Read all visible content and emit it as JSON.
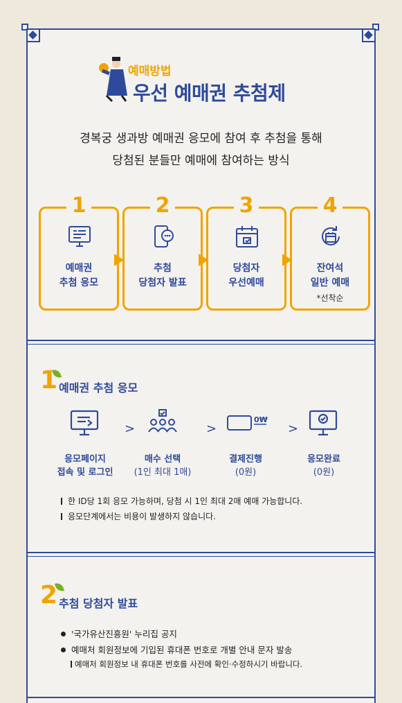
{
  "hero": {
    "subtitle": "예매방법",
    "title": "우선 예매권 추첨제",
    "desc_line1": "경복궁 생과방 예매권 응모에 참여 후 추첨을 통해",
    "desc_line2": "당첨된 분들만 예매에 참여하는 방식"
  },
  "steps": [
    {
      "num": "1",
      "label1": "예매권",
      "label2": "추첨 응모",
      "icon": "monitor-icon"
    },
    {
      "num": "2",
      "label1": "추첨",
      "label2": "당첨자 발표",
      "icon": "phone-chat-icon"
    },
    {
      "num": "3",
      "label1": "당첨자",
      "label2": "우선예매",
      "icon": "calendar-check-icon"
    },
    {
      "num": "4",
      "label1": "잔여석",
      "label2": "일반 예매",
      "note": "*선착순",
      "icon": "calendar-refresh-icon"
    }
  ],
  "section1": {
    "num": "1",
    "title": "예매권 추첨 응모",
    "flow": [
      {
        "l1": "응모페이지",
        "l2": "접속 및 로그인",
        "icon": "monitor-icon"
      },
      {
        "l1": "매수 선택",
        "l2": "(1인 최대 1매)",
        "icon": "people-icon"
      },
      {
        "l1": "결제진행",
        "l2": "(0원)",
        "icon": "card-icon",
        "card_text": "0₩"
      },
      {
        "l1": "응모완료",
        "l2": "(0원)",
        "icon": "monitor-check-icon"
      }
    ],
    "arrow": ">",
    "notes": [
      "한 ID당 1회 응모 가능하며, 당첨 시 1인 최대 2매 예매 가능합니다.",
      "응모단계에서는 비용이 발생하지 않습니다."
    ]
  },
  "section2": {
    "num": "2",
    "title": "추첨 당첨자 발표",
    "bullets": [
      "'국가유산진흥원' 누리집 공지",
      "예매처 회원정보에 기입된 휴대폰 번호로 개별 안내 문자 발송"
    ],
    "subnote": "예매처 회원정보 내 휴대폰 번호를 사전에 확인·수정하시기 바랍니다."
  },
  "colors": {
    "accent": "#f0a400",
    "primary": "#2e4a9a",
    "leaf": "#7cae2c"
  }
}
